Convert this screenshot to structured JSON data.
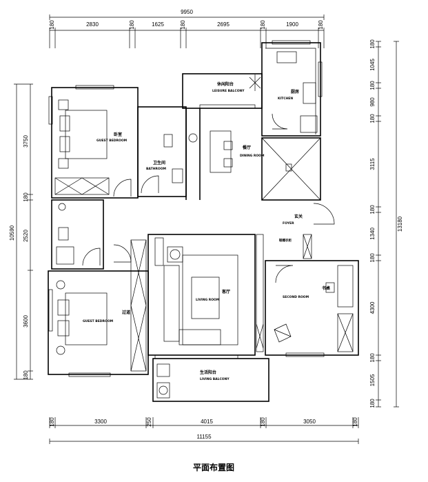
{
  "title": "平面布置图",
  "dims": {
    "top_total": "9950",
    "top": [
      "180",
      "2830",
      "180",
      "1625",
      "180",
      "2695",
      "180",
      "1900",
      "180"
    ],
    "bottom_total": "11155",
    "bottom": [
      "180",
      "3300",
      "250",
      "4015",
      "180",
      "3050",
      "180"
    ],
    "left_total": "10590",
    "left_a": "3750",
    "left_b": "180",
    "left_c": "2520",
    "left_d": "3600",
    "left_e": "180",
    "right_total": "13180",
    "right": [
      "180",
      "1045",
      "180",
      "980",
      "180",
      "3115",
      "180",
      "1340",
      "180",
      "4300",
      "180",
      "1505",
      "180"
    ]
  },
  "rooms": {
    "guest_bedroom_top": {
      "cn": "卧室",
      "en": "GUEST BEDROOM"
    },
    "laundry": {
      "cn": "休闲阳台",
      "en": "LEISURE BALCONY"
    },
    "kitchen": {
      "cn": "厨房",
      "en": "KITCHEN"
    },
    "bathroom": {
      "cn": "卫生间",
      "en": "BATHROOM"
    },
    "dining": {
      "cn": "餐厅",
      "en": "DINING ROOM"
    },
    "foyer": {
      "cn": "玄关",
      "en": "FOYER"
    },
    "shoe": "鞋帽衣柜",
    "guest_bedroom_bottom": {
      "en": "GUEST BEDROOM"
    },
    "corridor": "过道",
    "living": {
      "cn": "客厅",
      "en": "LIVING ROOM"
    },
    "second": {
      "en": "SECOND ROOM"
    },
    "study": "书桌",
    "balcony": {
      "cn": "生活阳台",
      "en": "LIVING BALCONY"
    }
  }
}
